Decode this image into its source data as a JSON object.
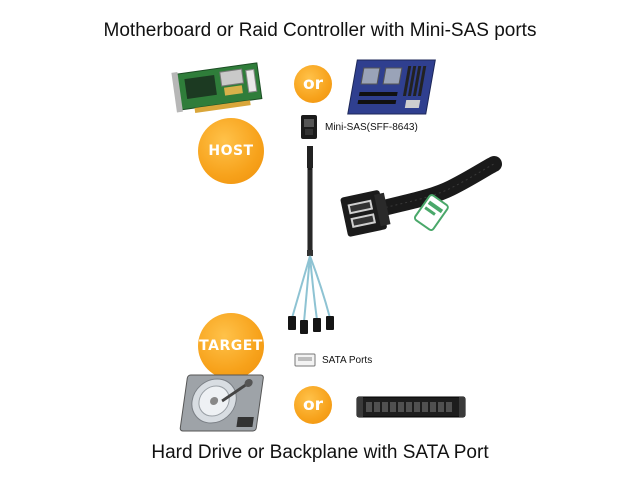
{
  "texts": {
    "top_title": "Motherboard or Raid Controller with Mini-SAS ports",
    "bottom_title": "Hard Drive or Backplane with SATA Port",
    "or_top": "or",
    "or_bottom": "or",
    "host_badge": "HOST",
    "target_badge": "TARGET",
    "mini_sas_label": "Mini-SAS(SFF-8643)",
    "sata_label": "SATA Ports"
  },
  "colors": {
    "badge_orange": "#f7a21b",
    "cable_blue": "#8ec3d3",
    "pcb_green": "#2f7d3a",
    "motherboard_blue": "#2f3f8f",
    "sleeve_black": "#1a1a1a",
    "tag_green": "#4aa86a"
  },
  "icons": {
    "raid_card": "raid-controller-card-icon",
    "motherboard": "server-motherboard-icon",
    "hdd": "hard-drive-icon",
    "backplane": "rack-backplane-icon",
    "mini_sas": "mini-sas-connector-icon",
    "sata": "sata-port-icon"
  }
}
